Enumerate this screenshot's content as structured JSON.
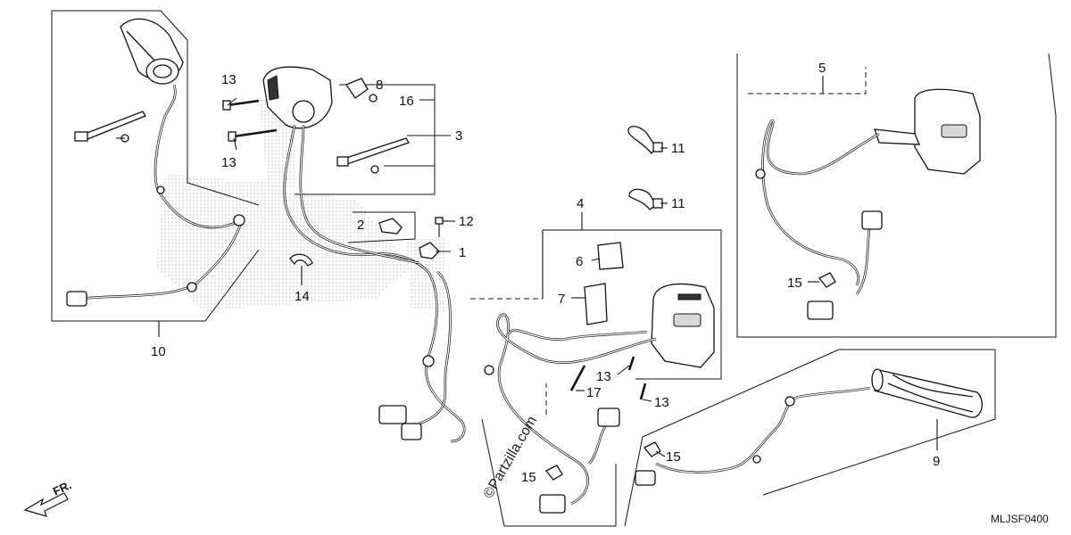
{
  "callouts": {
    "c1": "1",
    "c2": "2",
    "c3": "3",
    "c4": "4",
    "c5": "5",
    "c6": "6",
    "c7": "7",
    "c8": "8",
    "c9": "9",
    "c10": "10",
    "c11a": "11",
    "c11b": "11",
    "c12": "12",
    "c13a": "13",
    "c13b": "13",
    "c13c": "13",
    "c13d": "13",
    "c14": "14",
    "c15a": "15",
    "c15b": "15",
    "c15c": "15",
    "c16": "16",
    "c17": "17"
  },
  "direction_label": "FR.",
  "watermark": "©Partzilla.com",
  "drawing_code": "MLJSF0400",
  "colors": {
    "line": "#111111",
    "background": "#ffffff",
    "shade": "#d8d8d8"
  }
}
